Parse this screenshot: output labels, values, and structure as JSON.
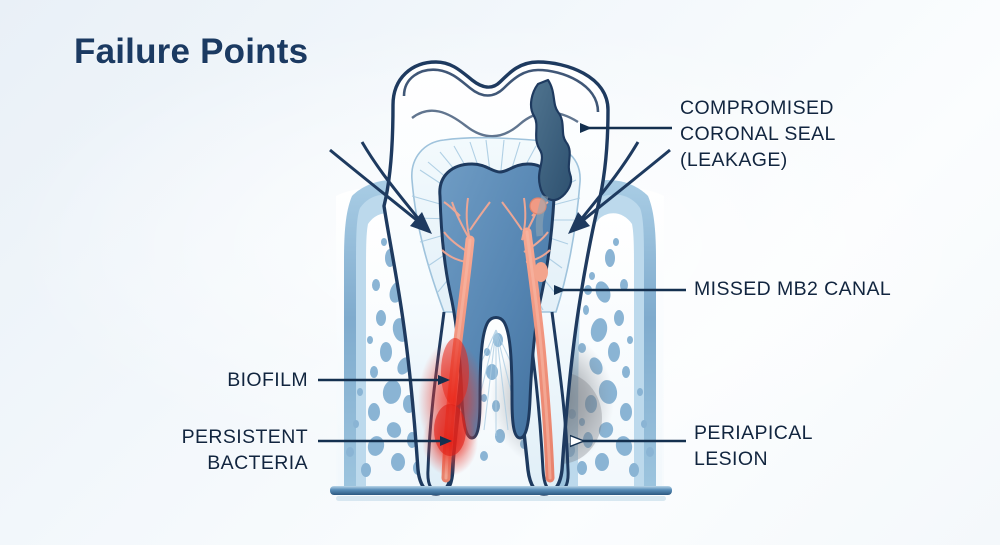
{
  "page": {
    "title": "Failure Points",
    "background_start": "#e9f0f7",
    "background_end": "#fbfdfe",
    "title_color": "#1b3a62",
    "label_color": "#11253f"
  },
  "diagram": {
    "subject": "cross-section of a molar tooth with root canal failure points",
    "colors": {
      "outline": "#1e3a5f",
      "enamel": "#fbfdff",
      "dentin": "#eef6fb",
      "pulp": "#5a8ab5",
      "canal": "#f0937f",
      "bone": "#f7fbfd",
      "trabecula": "#8ab4d4",
      "gingiva": "#7fa9cb",
      "leakage_defect": "#3f627f",
      "inflammation": "#e8342a",
      "lesion_shadow": "#6b6f74"
    }
  },
  "labels": [
    {
      "id": "compromised-coronal-seal",
      "text": "COMPROMISED\nCORONAL SEAL\n(LEAKAGE)",
      "side": "right",
      "arrow": "solid",
      "arrow_direction": "left"
    },
    {
      "id": "missed-mb2-canal",
      "text": "MISSED MB2 CANAL",
      "side": "right",
      "arrow": "solid",
      "arrow_direction": "left"
    },
    {
      "id": "periapical-lesion",
      "text": "PERIAPICAL\nLESION",
      "side": "right",
      "arrow": "outline",
      "arrow_direction": "left"
    },
    {
      "id": "biofilm",
      "text": "BIOFILM",
      "side": "left",
      "arrow": "solid",
      "arrow_direction": "right"
    },
    {
      "id": "persistent-bacteria",
      "text": "PERSISTENT\nBACTERIA",
      "side": "left",
      "arrow": "solid",
      "arrow_direction": "right"
    }
  ]
}
